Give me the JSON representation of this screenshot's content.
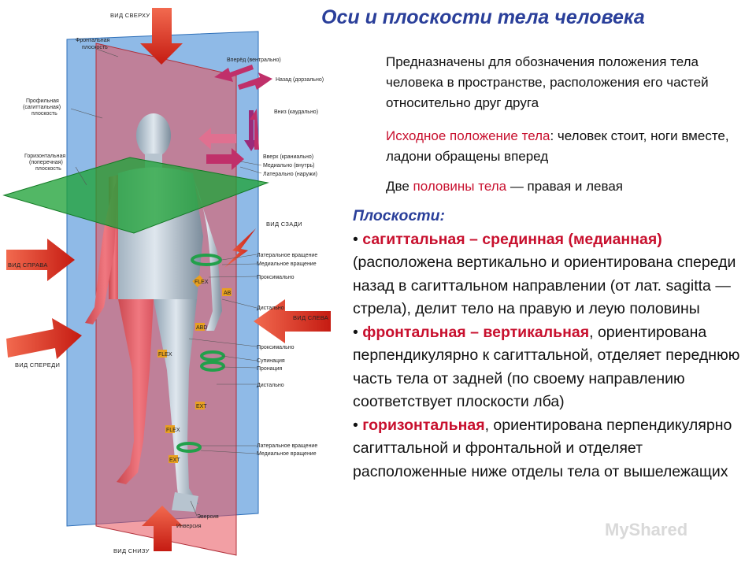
{
  "title": "Оси и плоскости тела человека",
  "intro": "Предназначены для обозначения положения тела человека в пространстве, расположения его частей относительно друг друга",
  "pose": {
    "label": "Исходное положение тела",
    "text": ": человек стоит, ноги вместе, ладони обращены вперед"
  },
  "halves": {
    "pre": "Две ",
    "label": "половины тела",
    "post": " — правая и левая"
  },
  "planes": {
    "title": "Плоскости:",
    "items": [
      {
        "bullet": "•",
        "name": "сагиттальная – срединная (медианная)",
        "text": "(расположена вертикально и ориентирована спереди назад в сагиттальном направлении (от лат. sagitta — стрела), делит тело на правую и леую половины"
      },
      {
        "bullet": "•",
        "name": "фронтальная – вертикальная",
        "text": ", ориентирована перпендикулярно к сагиттальной, отделяет переднюю часть тела от задней (по своему направлению соответствует плоскости лба)"
      },
      {
        "bullet": "•",
        "name": "горизонтальная",
        "text": ", ориентирована перпендикулярно сагиттальной и фронтальной и отделяет расположенные ниже отделы тела от вышележащих"
      }
    ]
  },
  "figure": {
    "left_labels": [
      "ВИД СВЕРХУ",
      "Фронтальная",
      "плоскость",
      "Профильная",
      "(сагиттальная)",
      "плоскость",
      "Горизонтальная",
      "(поперечная)",
      "плоскость",
      "ВИД СПРАВА",
      "ВИД СПЕРЕДИ",
      "ВИД СНИЗУ"
    ],
    "right_labels": [
      "Вперёд (вентрально)",
      "Назад (дорзально)",
      "Вниз (каудально)",
      "Вверх (краниально)",
      "Медиально (внутрь)",
      "Латерально (наружи)",
      "ВИД СЗАДИ",
      "Латеральное вращение",
      "Медиальное вращение",
      "Проксимально",
      "Дистально",
      "ВИД СЛЕВА",
      "Проксимально",
      "Супинация",
      "Пронация",
      "Дистально",
      "Латеральное вращение",
      "Медиальное вращение",
      "Эверсия",
      "Инверсия"
    ],
    "joint_tags": [
      "FLEX",
      "AB",
      "ABD",
      "FLEX",
      "EXT",
      "FLEX",
      "EXT"
    ]
  },
  "watermark": "MyShared",
  "colors": {
    "title": "#2a3f9a",
    "accent": "#c8102e",
    "sagittal_plane": "#e8505a",
    "frontal_plane": "#4a8fd8",
    "horizontal_plane": "#21a33a",
    "arrow_red": "#d42a20",
    "arrow_purple": "#9a2a7a"
  }
}
